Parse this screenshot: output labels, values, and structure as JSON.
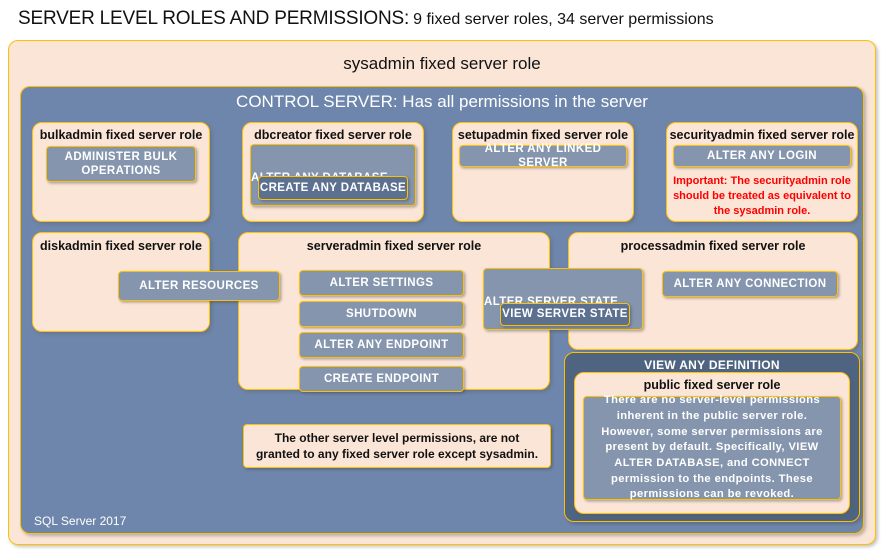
{
  "title": {
    "main": "SERVER LEVEL ROLES AND PERMISSIONS:",
    "sub": "9 fixed server roles, 34 server permissions"
  },
  "sysadmin": {
    "label": "sysadmin fixed server role"
  },
  "control_server": {
    "label": "CONTROL SERVER: Has all permissions in the server"
  },
  "roles": {
    "bulkadmin": {
      "label": "bulkadmin fixed server role",
      "permission": "ADMINISTER  BULK OPERATIONS"
    },
    "dbcreator": {
      "label": "dbcreator fixed server role",
      "permission_outer": "ALTER ANY DATABASE",
      "permission_inner": "CREATE  ANY DATABASE"
    },
    "setupadmin": {
      "label": "setupadmin fixed server role",
      "permission": "ALTER ANY LINKED SERVER"
    },
    "securityadmin": {
      "label": "securityadmin fixed server role",
      "permission": "ALTER ANY LOGIN",
      "warning": "Important:  The securityadmin role should  be treated  as equivalent to the  sysadmin role."
    },
    "diskadmin": {
      "label": "diskadmin fixed server role",
      "permission": "ALTER RESOURCES"
    },
    "serveradmin": {
      "label": "serveradmin fixed server role",
      "permissions": [
        "ALTER SETTINGS",
        "SHUTDOWN",
        "ALTER ANY ENDPOINT",
        "CREATE  ENDPOINT"
      ]
    },
    "server_state": {
      "permission_outer": "ALTER SERVER STATE",
      "permission_inner": "VIEW SERVER STATE"
    },
    "processadmin": {
      "label": "processadmin fixed server role",
      "permission": "ALTER ANY CONNECTION"
    },
    "public": {
      "view_any_definition": "VIEW ANY DEFINITION",
      "label": "public  fixed server role",
      "description": "There are no server-level permissions inherent in the public server role. However, some server permissions are present by default. Specifically, VIEW ALTER DATABASE, and CONNECT permission to the endpoints. These permissions can be revoked."
    }
  },
  "other_note": "The other server level permissions,  are not granted to any fixed server role except sysadmin.",
  "footer": {
    "label": "SQL Server 2017"
  },
  "colors": {
    "peach": "#fbe5d6",
    "gold_border": "#ffc000",
    "slate": "#6e86ab",
    "dark_slate": "#4f6480",
    "chip": "#8495ad",
    "chip_dark": "#5c7090",
    "warning_red": "#ff0000"
  }
}
